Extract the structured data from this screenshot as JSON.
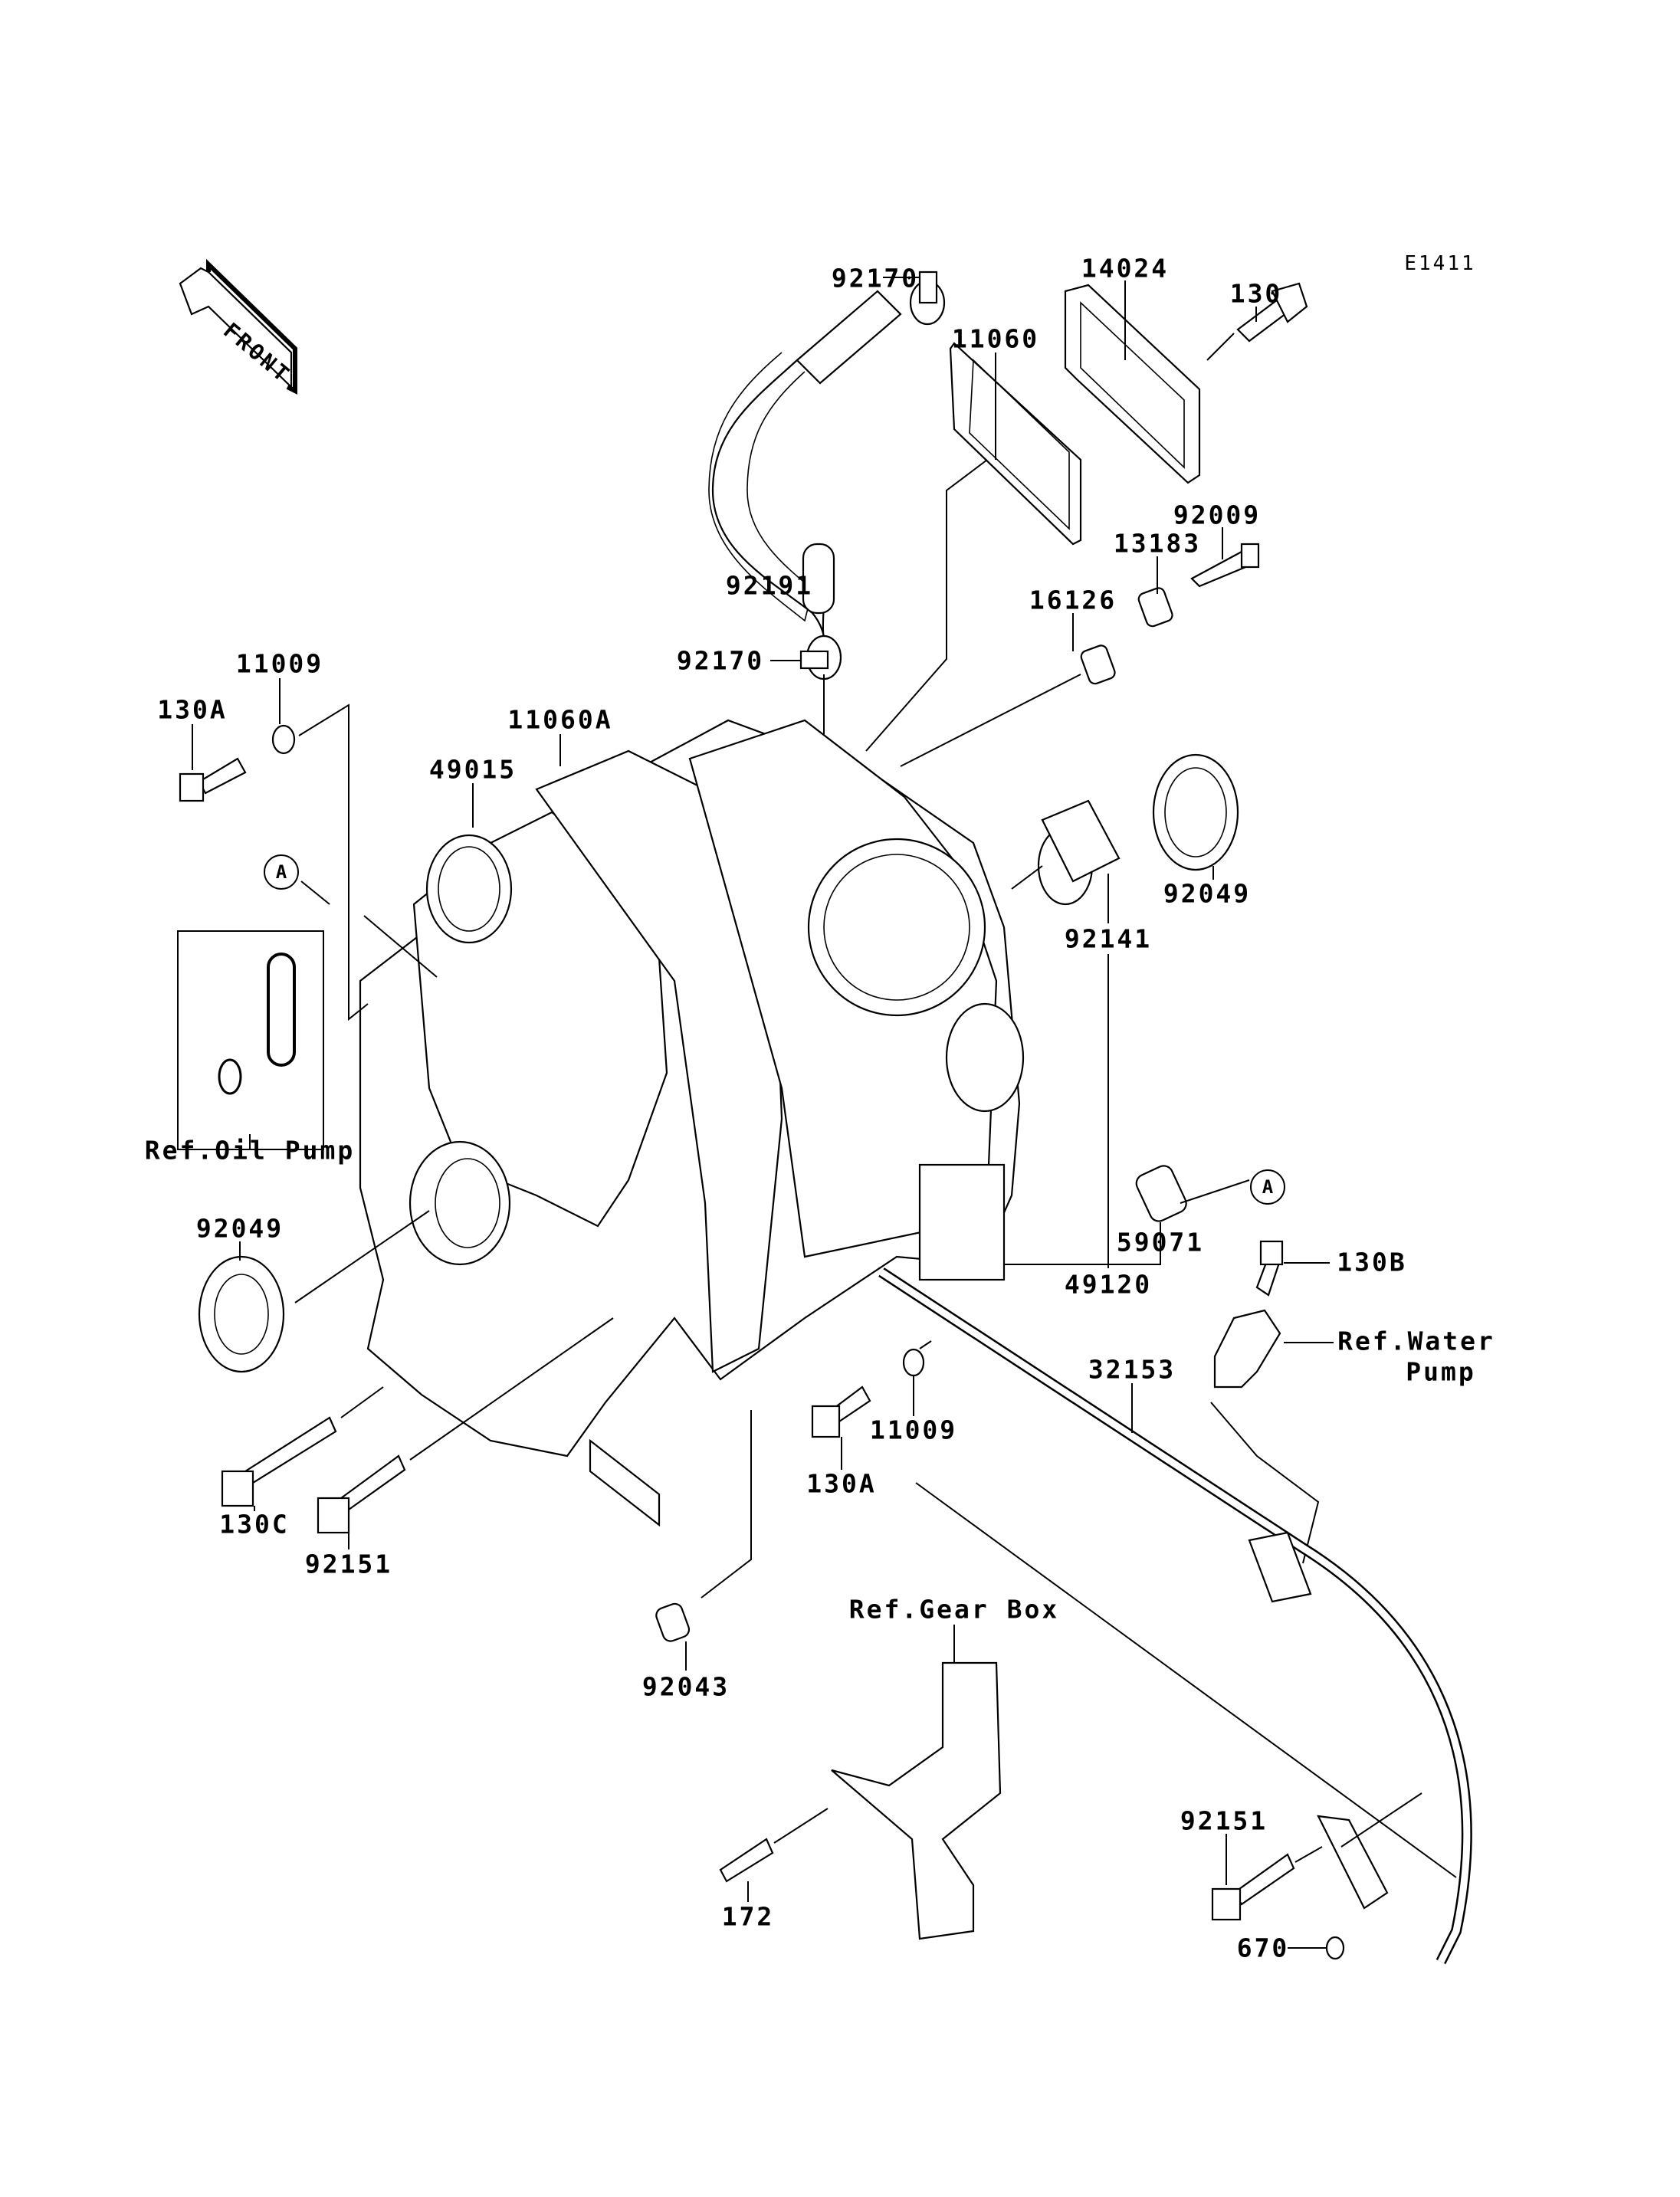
{
  "diagram": {
    "code": "E1411",
    "front_arrow": "FRONT",
    "callouts": {
      "hose_clamp_top": "92170",
      "cover": "14024",
      "bolt_cover": "130",
      "gasket_cover": "11060",
      "hose": "92191",
      "screw": "92009",
      "reed_13183": "13183",
      "reed_16126": "16126",
      "hose_clamp_mid": "92170",
      "washer_top": "11009",
      "bolt_130a_top": "130A",
      "gasket_11060a": "11060A",
      "case_49015": "49015",
      "seal_right": "92049",
      "bushing": "92141",
      "oil_pump_ref": "Ref.Oil Pump",
      "fitting": "59071",
      "seal_left": "92049",
      "bolt_130b": "130B",
      "case_49120": "49120",
      "water_pump_ref_1": "Ref.Water",
      "water_pump_ref_2": "Pump",
      "pipe": "32153",
      "washer_bottom": "11009",
      "bolt_130a_bottom": "130A",
      "bolt_130c": "130C",
      "bolt_92151_left": "92151",
      "gear_box_ref": "Ref.Gear Box",
      "dowel": "92043",
      "bolt_92151_right": "92151",
      "stud": "172",
      "oring": "670"
    },
    "ref_markers": [
      "A",
      "A"
    ]
  }
}
